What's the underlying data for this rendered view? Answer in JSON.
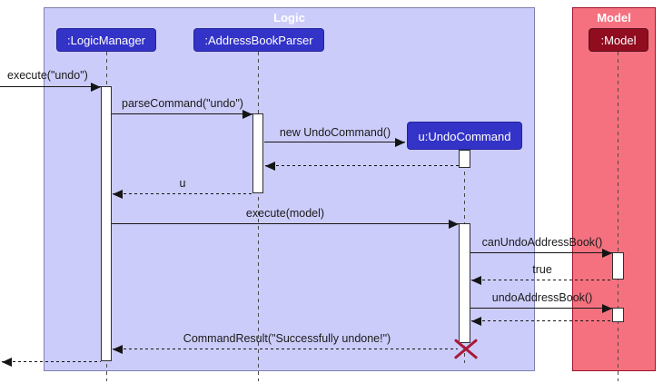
{
  "diagram": {
    "frames": {
      "logic": {
        "label": "Logic"
      },
      "model": {
        "label": "Model"
      }
    },
    "participants": {
      "logic_manager": {
        "label": ":LogicManager"
      },
      "address_book_parser": {
        "label": ":AddressBookParser"
      },
      "undo_command": {
        "label": "u:UndoCommand"
      },
      "model": {
        "label": ":Model"
      }
    },
    "messages": {
      "execute_undo": {
        "label": "execute(\"undo\")",
        "type": "sync"
      },
      "parse_command_undo": {
        "label": "parseCommand(\"undo\")",
        "type": "sync"
      },
      "new_undo_command": {
        "label": "new UndoCommand()",
        "type": "create"
      },
      "return_new_undo_command": {
        "label": "",
        "type": "return"
      },
      "return_u": {
        "label": "u",
        "type": "return"
      },
      "execute_model": {
        "label": "execute(model)",
        "type": "sync"
      },
      "can_undo_address_book": {
        "label": "canUndoAddressBook()",
        "type": "sync"
      },
      "return_true": {
        "label": "true",
        "type": "return"
      },
      "undo_address_book": {
        "label": "undoAddressBook()",
        "type": "sync"
      },
      "return_undo_address_book": {
        "label": "",
        "type": "return"
      },
      "return_command_result": {
        "label": "CommandResult(\"Successfully undone!\")",
        "type": "return"
      },
      "return_to_caller": {
        "label": "",
        "type": "return"
      }
    },
    "colors": {
      "logic_frame_bg": "#CCCCFA",
      "logic_frame_border": "#8080B0",
      "model_frame_bg": "#F5717F",
      "model_frame_border": "#A0132C",
      "participant_bg": "#3333C8",
      "participant_text": "#FFFFFF",
      "model_participant_bg": "#900C1F",
      "destroy_x": "#A81936"
    }
  }
}
